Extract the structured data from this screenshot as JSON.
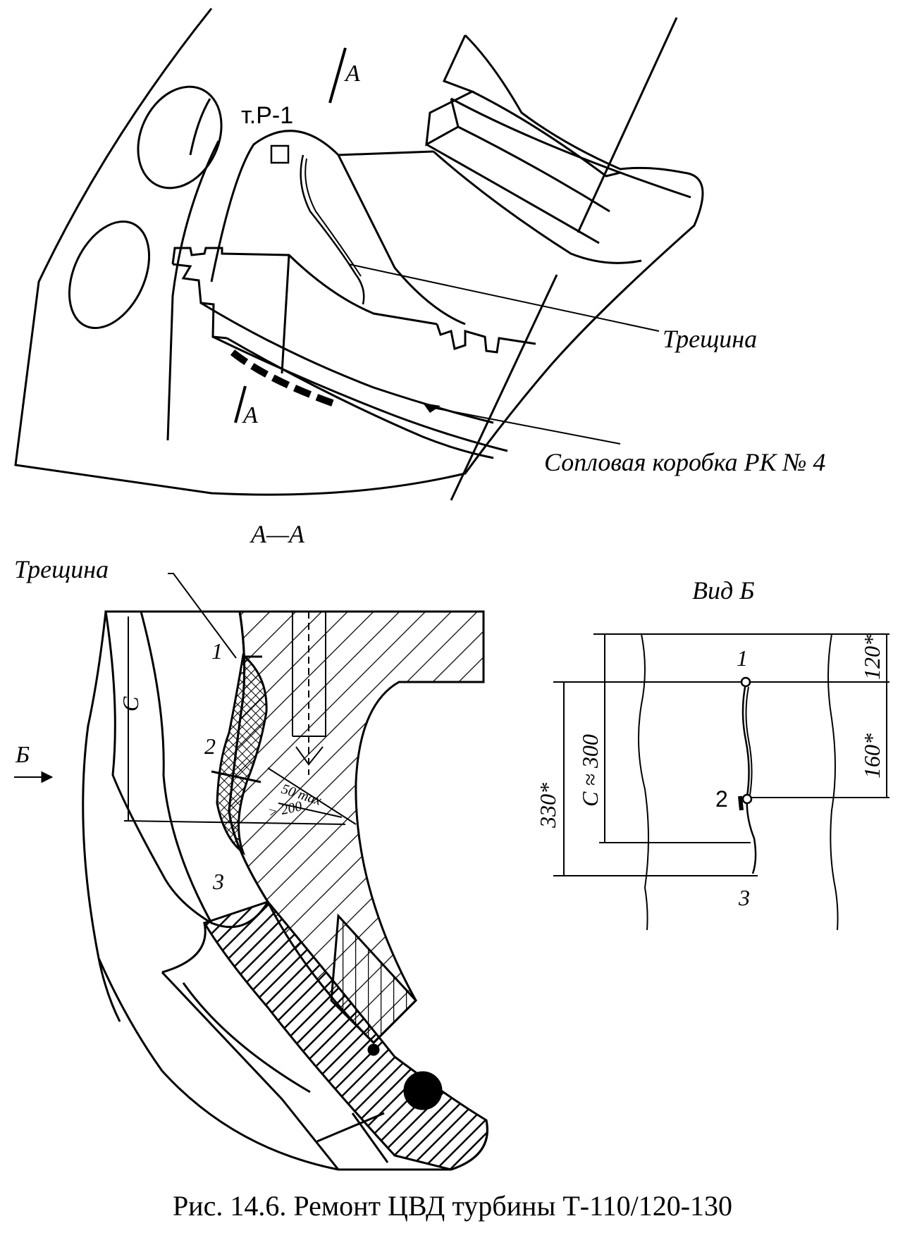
{
  "top_view": {
    "section_mark": "A",
    "point_label": "т.Р-1",
    "crack_label": "Трещина",
    "nozzle_box_label": "Сопловая коробка РК № 4"
  },
  "section_view": {
    "title": "А—А",
    "crack_label": "Трещина",
    "dim_c": "С",
    "point_1": "1",
    "point_2": "2",
    "point_3": "3",
    "arrow_label": "Б",
    "dim_50": "50 max",
    "dim_200": "> 200"
  },
  "side_view": {
    "title": "Вид Б",
    "point_1": "1",
    "point_2": "2",
    "point_3": "3",
    "dim_120": "120*",
    "dim_160": "160*",
    "dim_330": "330*",
    "dim_c300": "С ≈ 300"
  },
  "caption": "Рис. 14.6. Ремонт ЦВД турбины Т-110/120-130"
}
